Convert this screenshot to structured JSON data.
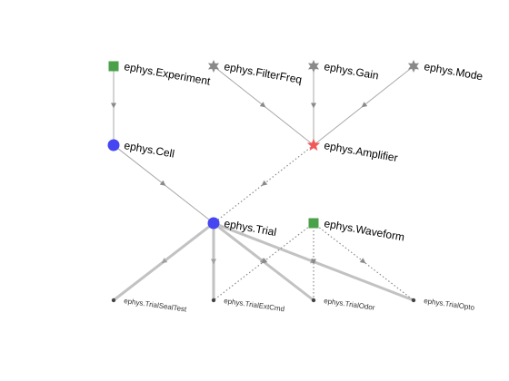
{
  "colors": {
    "background": "#ffffff",
    "edge": "#a8a8a8",
    "edge_heavy": "#c2c2c2",
    "edge_dotted": "#8a8a8a",
    "manual_node": "#4aa14a",
    "computed_node": "#4545f2",
    "lookup_node": "#8a8a8a",
    "imported_node": "#f25858",
    "part_node": "#444444"
  },
  "nodes": [
    {
      "id": "experiment",
      "label": "ephys.Experiment",
      "shape": "square",
      "kind": "manual_node",
      "icon": "green-square-icon"
    },
    {
      "id": "filterfreq",
      "label": "ephys.FilterFreq",
      "shape": "star6",
      "kind": "lookup_node",
      "icon": "gray-star-icon"
    },
    {
      "id": "gain",
      "label": "ephys.Gain",
      "shape": "star6",
      "kind": "lookup_node",
      "icon": "gray-star-icon"
    },
    {
      "id": "mode",
      "label": "ephys.Mode",
      "shape": "star6",
      "kind": "lookup_node",
      "icon": "gray-star-icon"
    },
    {
      "id": "cell",
      "label": "ephys.Cell",
      "shape": "circle",
      "kind": "computed_node",
      "icon": "blue-circle-icon"
    },
    {
      "id": "amplifier",
      "label": "ephys.Amplifier",
      "shape": "star5",
      "kind": "imported_node",
      "icon": "red-star-icon"
    },
    {
      "id": "trial",
      "label": "ephys.Trial",
      "shape": "circle",
      "kind": "computed_node",
      "icon": "blue-circle-icon"
    },
    {
      "id": "waveform",
      "label": "ephys.Waveform",
      "shape": "square",
      "kind": "manual_node",
      "icon": "green-square-icon"
    },
    {
      "id": "sealtest",
      "label": "ephys.TrialSealTest",
      "shape": "dot",
      "kind": "part_node",
      "icon": "small-dot-icon"
    },
    {
      "id": "extcmd",
      "label": "ephys.TrialExtCmd",
      "shape": "dot",
      "kind": "part_node",
      "icon": "small-dot-icon"
    },
    {
      "id": "odor",
      "label": "ephys.TrialOdor",
      "shape": "dot",
      "kind": "part_node",
      "icon": "small-dot-icon"
    },
    {
      "id": "opto",
      "label": "ephys.TrialOpto",
      "shape": "dot",
      "kind": "part_node",
      "icon": "small-dot-icon"
    }
  ],
  "edges": [
    {
      "from": "experiment",
      "to": "cell",
      "style": "thin"
    },
    {
      "from": "filterfreq",
      "to": "amplifier",
      "style": "thin"
    },
    {
      "from": "gain",
      "to": "amplifier",
      "style": "thin"
    },
    {
      "from": "mode",
      "to": "amplifier",
      "style": "thin"
    },
    {
      "from": "cell",
      "to": "trial",
      "style": "thin"
    },
    {
      "from": "amplifier",
      "to": "trial",
      "style": "dotted"
    },
    {
      "from": "trial",
      "to": "sealtest",
      "style": "thick"
    },
    {
      "from": "trial",
      "to": "extcmd",
      "style": "thick"
    },
    {
      "from": "trial",
      "to": "odor",
      "style": "thick"
    },
    {
      "from": "trial",
      "to": "opto",
      "style": "thick"
    },
    {
      "from": "waveform",
      "to": "extcmd",
      "style": "dotted"
    },
    {
      "from": "waveform",
      "to": "odor",
      "style": "dotted"
    },
    {
      "from": "waveform",
      "to": "opto",
      "style": "dotted"
    }
  ]
}
